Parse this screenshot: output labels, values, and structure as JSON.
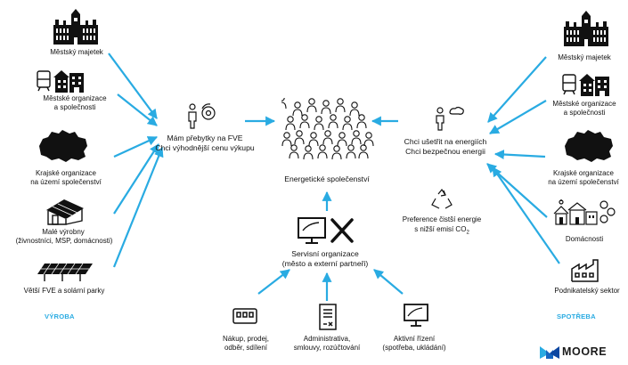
{
  "colors": {
    "arrow": "#29abe2",
    "icon": "#111111",
    "brand": "#1e88e5"
  },
  "production": {
    "heading": "VÝROBA",
    "items": [
      {
        "label": "Městský majetek",
        "icon": "city-hall-icon"
      },
      {
        "label_1": "Městské organizace",
        "label_2": "a společnosti",
        "icon": "municipal-buildings-icon"
      },
      {
        "label_1": "Krajské organizace",
        "label_2": "na území společenství",
        "icon": "region-map-icon"
      },
      {
        "label_1": "Malé výrobny",
        "label_2": "(živnostníci, MSP, domácnosti)",
        "icon": "small-house-solar-icon"
      },
      {
        "label": "Větší FVE a solární parky",
        "icon": "solar-park-icon"
      }
    ]
  },
  "consumption": {
    "heading": "SPOTŘEBA",
    "items": [
      {
        "label": "Městský majetek",
        "icon": "city-hall-icon"
      },
      {
        "label_1": "Městské organizace",
        "label_2": "a společnosti",
        "icon": "municipal-buildings-icon"
      },
      {
        "label_1": "Krajské organizace",
        "label_2": "na území společenství",
        "icon": "region-map-icon"
      },
      {
        "label": "Domácnosti",
        "icon": "houses-icon"
      },
      {
        "label": "Podnikatelský sektor",
        "icon": "factory-icon"
      }
    ]
  },
  "producer_need": {
    "line_1": "Mám přebytky na FVE",
    "line_2": "Chci výhodnější cenu výkupu",
    "icon": "person-solar-icon"
  },
  "consumer_need": {
    "line_1": "Chci ušetřit na energiích",
    "line_2": "Chci bezpečnou energii",
    "icon": "person-cloud-icon"
  },
  "community": {
    "label": "Energetické společenství",
    "icon": "crowd-icon"
  },
  "preference": {
    "line_1": "Preference čistší energie",
    "line_2": "s nižší emisí CO",
    "subscript": "2",
    "icon": "recycle-icon"
  },
  "service": {
    "line_1": "Servisní organizace",
    "line_2": "(město a externí partneři)",
    "icon": "monitor-tools-icon"
  },
  "services": [
    {
      "line_1": "Nákup, prodej,",
      "line_2": "odběr, sdílení",
      "icon": "meter-icon"
    },
    {
      "line_1": "Administrativa,",
      "line_2": "smlouvy, rozúčtování",
      "icon": "document-icon"
    },
    {
      "line_1": "Aktivní řízení",
      "line_2": "(spotřeba, ukládání)",
      "icon": "monitor-chart-icon"
    }
  ],
  "brand": {
    "name": "MOORE"
  }
}
